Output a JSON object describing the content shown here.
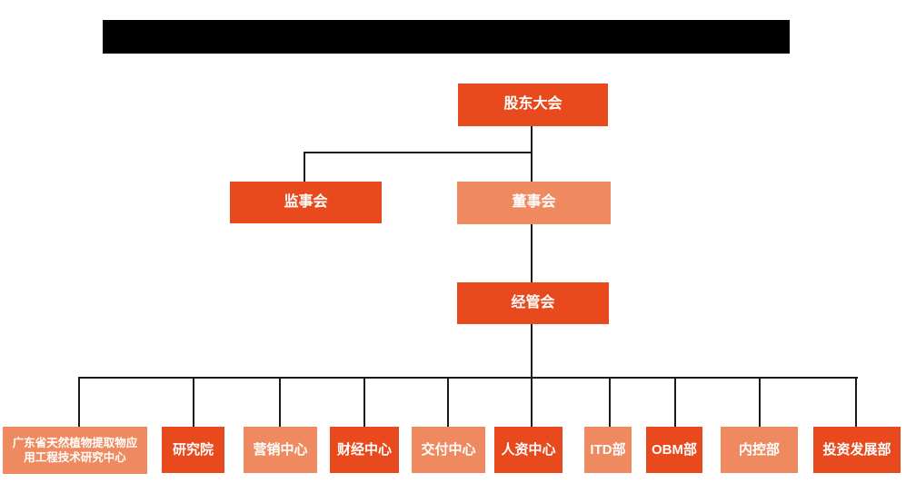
{
  "header": {
    "redacted_title": ""
  },
  "colors": {
    "primary": "#E8491D",
    "secondary": "#EF8A60",
    "connector": "#1a1a1a",
    "text": "#ffffff"
  },
  "org_chart": {
    "type": "organization-hierarchy",
    "root": {
      "label": "股东大会"
    },
    "level2": [
      {
        "label": "监事会",
        "variant": "dark"
      },
      {
        "label": "董事会",
        "variant": "light"
      }
    ],
    "level3": [
      {
        "label": "经管会",
        "variant": "dark"
      }
    ],
    "departments": [
      {
        "label": "广东省天然植物提取物应用工程技术研究中心",
        "lines": [
          "广东省天然植物提取物应",
          "用工程技术研究中心"
        ],
        "variant": "light"
      },
      {
        "label": "研究院",
        "variant": "dark"
      },
      {
        "label": "营销中心",
        "variant": "light"
      },
      {
        "label": "财经中心",
        "variant": "dark"
      },
      {
        "label": "交付中心",
        "variant": "light"
      },
      {
        "label": "人资中心",
        "variant": "dark"
      },
      {
        "label": "ITD部",
        "variant": "light"
      },
      {
        "label": "OBM部",
        "variant": "dark"
      },
      {
        "label": "内控部",
        "variant": "light"
      },
      {
        "label": "投资发展部",
        "variant": "dark"
      }
    ]
  }
}
